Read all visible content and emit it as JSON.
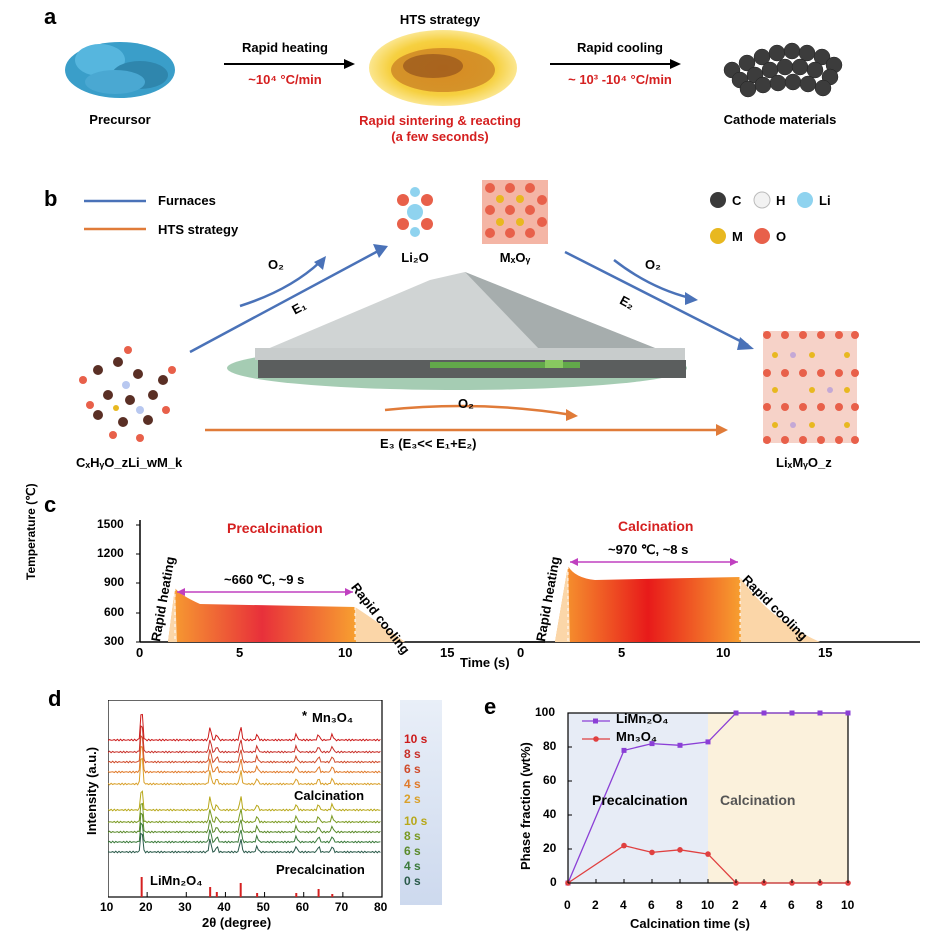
{
  "panels": {
    "a": "a",
    "b": "b",
    "c": "c",
    "d": "d",
    "e": "e"
  },
  "a": {
    "precursor": "Precursor",
    "step1_label": "Rapid heating",
    "step1_rate": "~10⁴ °C/min",
    "hts_title": "HTS strategy",
    "hts_sub1": "Rapid sintering & reacting",
    "hts_sub2": "(a few seconds)",
    "step2_label": "Rapid cooling",
    "step2_rate": "~ 10³ -10⁴ °C/min",
    "product": "Cathode materials"
  },
  "b": {
    "legend_furnaces": "Furnaces",
    "legend_hts": "HTS strategy",
    "li2o": "Li₂O",
    "mxoy": "MₓOᵧ",
    "o2_left": "O₂",
    "o2_right": "O₂",
    "o2_bottom": "O₂",
    "e1": "E₁",
    "e2": "E₂",
    "e3": "E₃ (E₃<< E₁+E₂)",
    "reactant": "CₓHᵧO_zLi_wM_k",
    "product": "LiₓMᵧO_z",
    "atoms": {
      "c": "C",
      "h": "H",
      "li": "Li",
      "m": "M",
      "o": "O"
    },
    "colors": {
      "furnace": "#4a72b8",
      "hts": "#e07b39",
      "c": "#3a3a3a",
      "h": "#f2f2f2",
      "li": "#8fd3ef",
      "m": "#e8b820",
      "o": "#e8604a"
    }
  },
  "c": {
    "ylabel": "Temperature (℃)",
    "xlabel": "Time (s)",
    "yticks": [
      "300",
      "600",
      "900",
      "1200",
      "1500"
    ],
    "xticks_left": [
      "0",
      "5",
      "10",
      "15"
    ],
    "xticks_right": [
      "0",
      "5",
      "10",
      "15"
    ],
    "left_title": "Precalcination",
    "left_plateau": "~660 ℃, ~9 s",
    "right_title": "Calcination",
    "right_plateau": "~970 ℃, ~8 s",
    "rapid_heating": "Rapid heating",
    "rapid_cooling": "Rapid cooling"
  },
  "d": {
    "ylabel": "Intensity (a.u.)",
    "xlabel": "2θ (degree)",
    "xticks": [
      "10",
      "20",
      "30",
      "40",
      "50",
      "60",
      "70",
      "80"
    ],
    "mn3o4": "Mn₃O₄",
    "mn3o4_star": "*",
    "calcination": "Calcination",
    "precalcination": "Precalcination",
    "limn2o4": "LiMn₂O₄",
    "calc_times": [
      "10 s",
      "8 s",
      "6 s",
      "4 s",
      "2 s"
    ],
    "precalc_times": [
      "10 s",
      "8 s",
      "6 s",
      "4 s",
      "0 s"
    ],
    "calc_colors": [
      "#cc1a1a",
      "#c8302a",
      "#cf4a2a",
      "#e07a2a",
      "#d9a02a"
    ],
    "precalc_colors": [
      "#b8a81a",
      "#7a9a22",
      "#5a8a2a",
      "#3a7a3a",
      "#2a5a4a"
    ]
  },
  "e": {
    "ylabel": "Phase fraction (wt%)",
    "xlabel": "Calcination time (s)",
    "precalcination": "Precalcination",
    "calcination": "Calcination",
    "series1": "LiMn₂O₄",
    "series2": "Mn₃O₄"
  },
  "chart_data": [
    {
      "type": "line",
      "title": "",
      "xlabel": "Calcination time (s)",
      "ylabel": "Phase fraction (wt%)",
      "x_tick_labels": [
        "0",
        "2",
        "4",
        "6",
        "8",
        "10",
        "2",
        "4",
        "6",
        "8",
        "10"
      ],
      "x": [
        0,
        4,
        6,
        8,
        10,
        12,
        14,
        16,
        18,
        20
      ],
      "ylim": [
        0,
        100
      ],
      "yticks": [
        0,
        20,
        40,
        60,
        80,
        100
      ],
      "series": [
        {
          "name": "LiMn₂O₄",
          "color": "#8b3fd6",
          "values": [
            0,
            78,
            82,
            81,
            83,
            100,
            100,
            100,
            100,
            100
          ]
        },
        {
          "name": "Mn₃O₄",
          "color": "#e04040",
          "values": [
            0,
            22,
            18,
            19.5,
            17,
            0,
            0,
            0,
            0,
            0
          ]
        }
      ],
      "regions": [
        {
          "label": "Precalcination",
          "color": "#e7ecf6"
        },
        {
          "label": "Calcination",
          "color": "#fbf1dc"
        }
      ]
    }
  ]
}
